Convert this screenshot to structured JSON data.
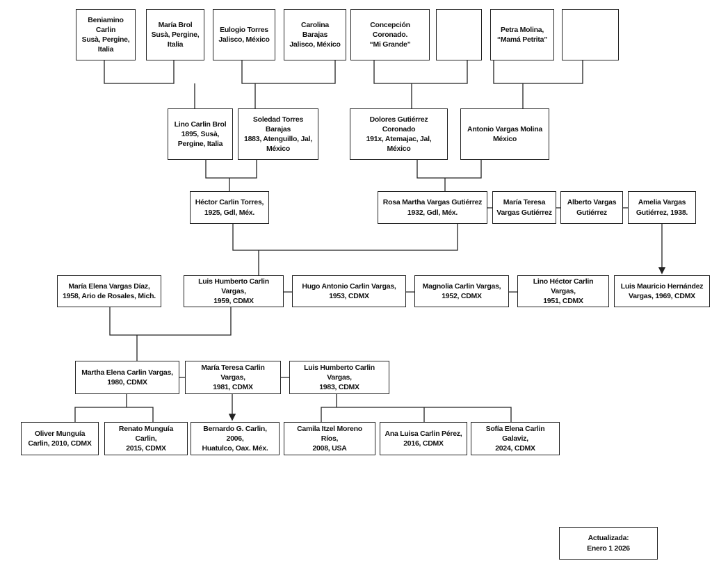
{
  "people": {
    "beniamino": "Beniamino Carlin\nSusà, Pergine,\nItalia",
    "maria_brol": "María Brol\nSusà, Pergine,\nItalia",
    "eulogio": "Eulogio Torres\nJalisco, México",
    "carolina": "Carolina Barajas\nJalisco, México",
    "concepcion": "Concepción Coronado.\n“Mi Grande”",
    "blank_1": "",
    "petra": "Petra Molina,\n“Mamá Petrita”",
    "blank_2": "",
    "lino_brol": "Lino Carlin Brol\n1895, Susà,\nPergine, Italia",
    "soledad": "Soledad Torres Barajas\n1883, Atenguillo, Jal,\nMéxico",
    "dolores": "Dolores Gutiérrez Coronado\n191x, Atemajac, Jal, México",
    "antonio": "Antonio Vargas Molina\nMéxico",
    "hector": "Héctor Carlin Torres,\n1925, Gdl, Méx.",
    "rosa_martha": "Rosa Martha Vargas Gutiérrez\n1932, Gdl, Méx.",
    "maria_teresa_vg": "María Teresa\nVargas Gutiérrez",
    "alberto": "Alberto Vargas\nGutiérrez",
    "amelia": "Amelia Vargas\nGutiérrez, 1938.",
    "maria_elena": "María Elena Vargas Díaz,\n1958, Ario de Rosales, Mich.",
    "luis_humberto_1959": "Luis Humberto Carlin Vargas,\n1959, CDMX",
    "hugo": "Hugo Antonio Carlin Vargas,\n1953, CDMX",
    "magnolia": "Magnolia Carlin Vargas,\n1952, CDMX",
    "lino_hector": "Lino Héctor Carlin Vargas,\n1951, CDMX",
    "luis_mauricio": "Luis Mauricio Hernández\nVargas, 1969, CDMX",
    "martha_elena": "Martha Elena Carlin Vargas,\n1980, CDMX",
    "maria_teresa_cv": "María Teresa Carlin Vargas,\n1981, CDMX",
    "luis_humberto_1983": "Luis Humberto Carlin Vargas,\n1983, CDMX",
    "oliver": "Oliver Munguía\nCarlin, 2010, CDMX",
    "renato": "Renato Munguía Carlin,\n2015, CDMX",
    "bernardo": "Bernardo G. Carlin, 2006,\nHuatulco, Oax. Méx.",
    "camila": "Camila Itzel  Moreno Ríos,\n2008, USA",
    "ana_luisa": "Ana Luisa Carlin Pérez,\n2016, CDMX",
    "sofia": "Sofía Elena Carlin Galaviz,\n2024, CDMX"
  },
  "updated": "Actualizada:\nEnero 1 2026",
  "colors": {
    "line": "#222222",
    "border": "#222222",
    "text": "#111111"
  }
}
